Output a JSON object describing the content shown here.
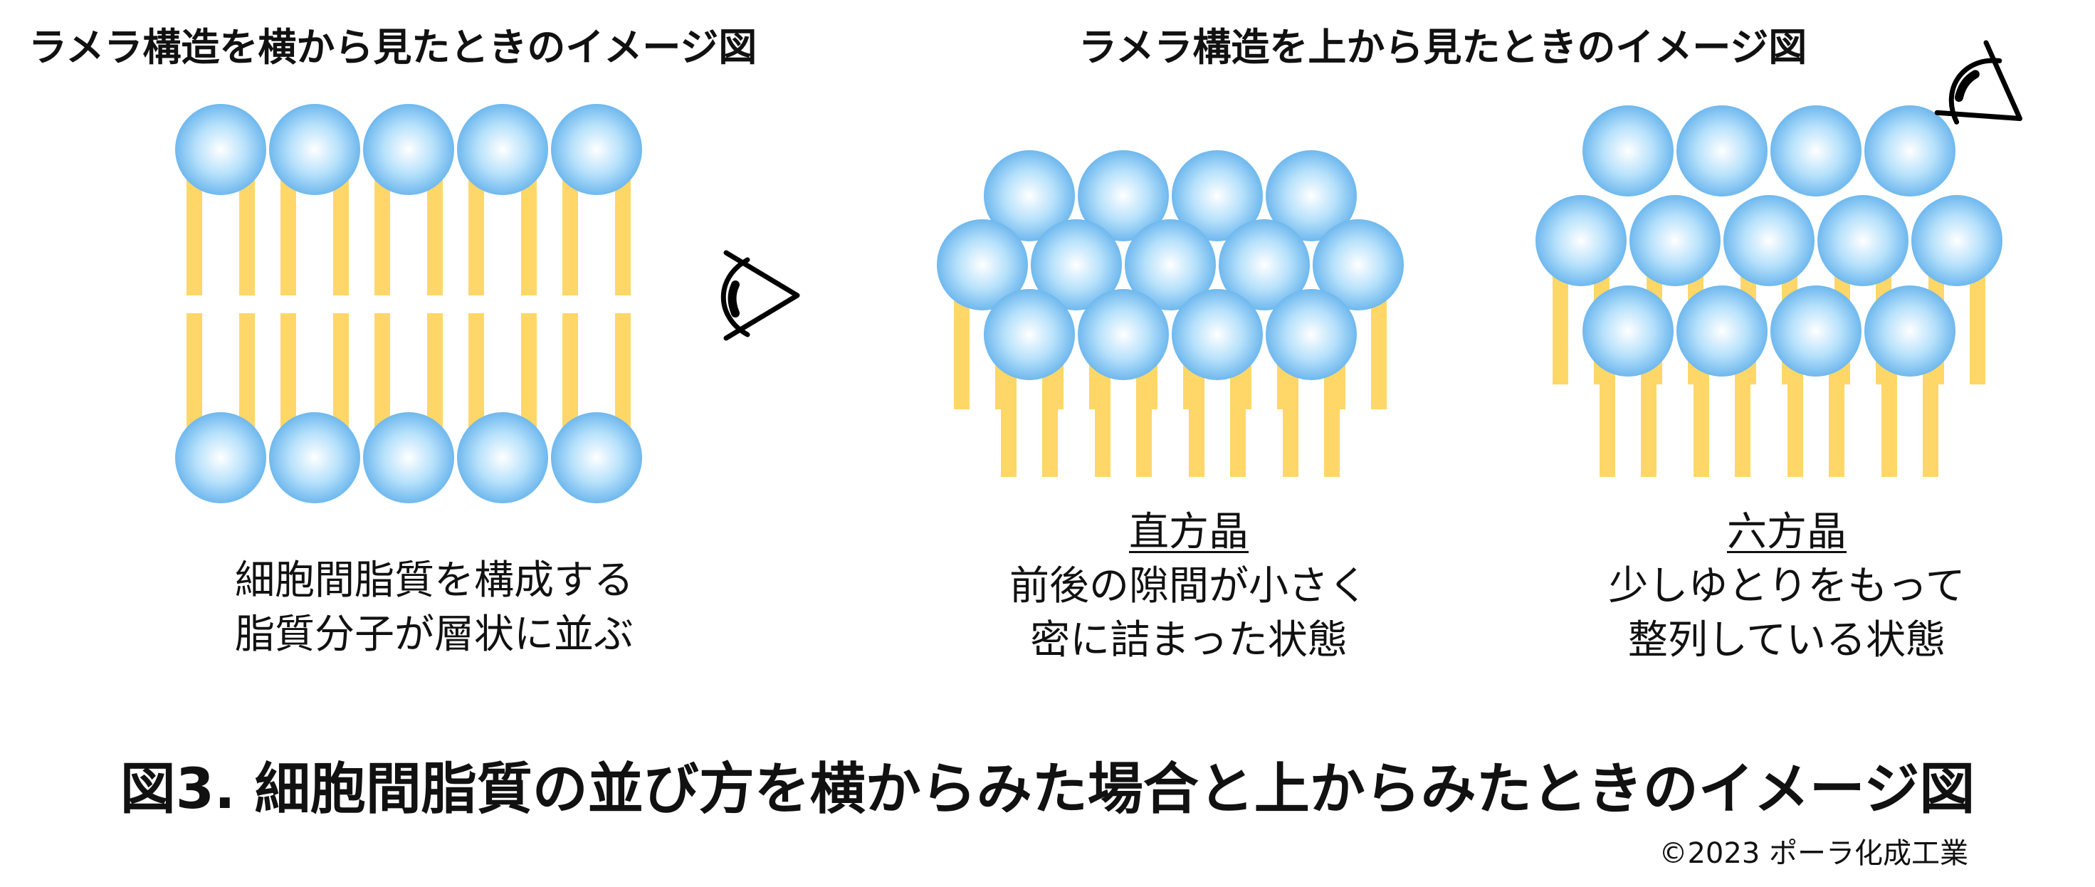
{
  "side_view": {
    "heading": "ラメラ構造を横から見たときのイメージ図",
    "description_line1": "細胞間脂質を構成する",
    "description_line2": "脂質分子が層状に並ぶ"
  },
  "top_view": {
    "heading": "ラメラ構造を上から見たときのイメージ図",
    "orthorhombic": {
      "label": "直方晶",
      "line1": "前後の隙間が小さく",
      "line2": "密に詰まった状態"
    },
    "hexagonal": {
      "label": "六方晶",
      "line1": "少しゆとりをもって",
      "line2": "整列している状態"
    }
  },
  "caption": "図3.  細胞間脂質の並び方を横からみた場合と上からみたときのイメージ図",
  "copyright": "©2023 ポーラ化成工業",
  "colors": {
    "head_center": "#ffffff",
    "head_mid": "#b6e1fb",
    "head_edge": "#6fb8ee",
    "tail": "#fed768",
    "line": "#000000"
  },
  "icons": [
    "eye-icon-side",
    "eye-icon-top"
  ]
}
